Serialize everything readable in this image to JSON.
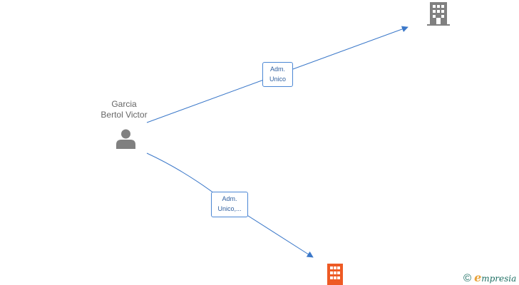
{
  "person": {
    "name_line1": "Garcia",
    "name_line2": "Bertol Victor"
  },
  "relations": [
    {
      "label_line1": "Adm.",
      "label_line2": "Unico"
    },
    {
      "label_line1": "Adm.",
      "label_line2": "Unico,..."
    }
  ],
  "companies": [
    {
      "icon": "building-icon",
      "color": "#808080"
    },
    {
      "icon": "building-icon",
      "color": "#ee5a24"
    }
  ],
  "colors": {
    "edge": "#3b78c9",
    "person_icon": "#808080"
  },
  "watermark": {
    "copyright_symbol": "©",
    "brand_initial": "e",
    "brand_rest": "mpresia"
  }
}
